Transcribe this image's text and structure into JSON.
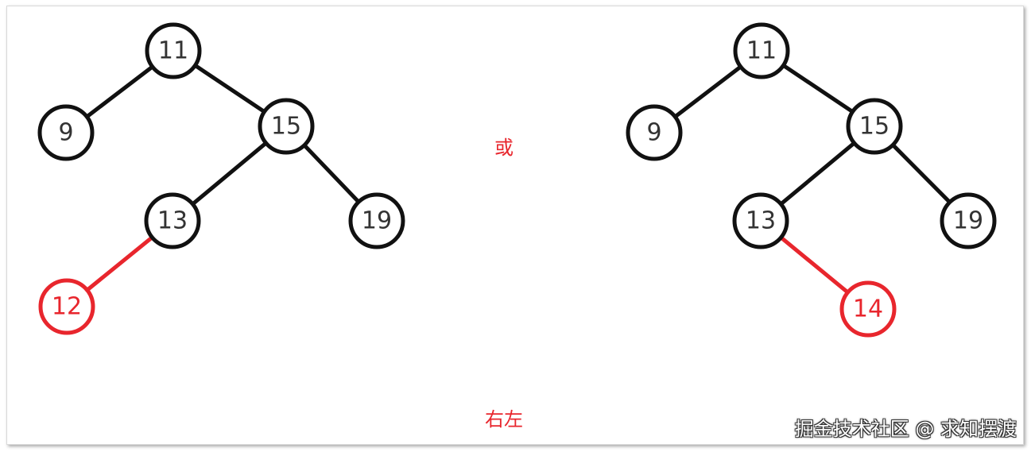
{
  "colors": {
    "normal": "#111111",
    "highlight": "#e8262d",
    "normal_text": "#333333"
  },
  "captions": {
    "or_label": "或",
    "rotation_label": "右左"
  },
  "watermark": "掘金技术社区 @ 求知摆渡",
  "trees": [
    {
      "name": "left-tree",
      "nodes": [
        {
          "id": "n11",
          "label": "11",
          "highlight": false
        },
        {
          "id": "n9",
          "label": "9",
          "highlight": false
        },
        {
          "id": "n15",
          "label": "15",
          "highlight": false
        },
        {
          "id": "n13",
          "label": "13",
          "highlight": false
        },
        {
          "id": "n19",
          "label": "19",
          "highlight": false
        },
        {
          "id": "n12",
          "label": "12",
          "highlight": true
        }
      ],
      "edges": [
        {
          "from": "n11",
          "to": "n9",
          "highlight": false
        },
        {
          "from": "n11",
          "to": "n15",
          "highlight": false
        },
        {
          "from": "n15",
          "to": "n13",
          "highlight": false
        },
        {
          "from": "n15",
          "to": "n19",
          "highlight": false
        },
        {
          "from": "n13",
          "to": "n12",
          "highlight": true
        }
      ]
    },
    {
      "name": "right-tree",
      "nodes": [
        {
          "id": "n11",
          "label": "11",
          "highlight": false
        },
        {
          "id": "n9",
          "label": "9",
          "highlight": false
        },
        {
          "id": "n15",
          "label": "15",
          "highlight": false
        },
        {
          "id": "n13",
          "label": "13",
          "highlight": false
        },
        {
          "id": "n19",
          "label": "19",
          "highlight": false
        },
        {
          "id": "n14",
          "label": "14",
          "highlight": true
        }
      ],
      "edges": [
        {
          "from": "n11",
          "to": "n9",
          "highlight": false
        },
        {
          "from": "n11",
          "to": "n15",
          "highlight": false
        },
        {
          "from": "n15",
          "to": "n13",
          "highlight": false
        },
        {
          "from": "n15",
          "to": "n19",
          "highlight": false
        },
        {
          "from": "n13",
          "to": "n14",
          "highlight": true
        }
      ]
    }
  ]
}
